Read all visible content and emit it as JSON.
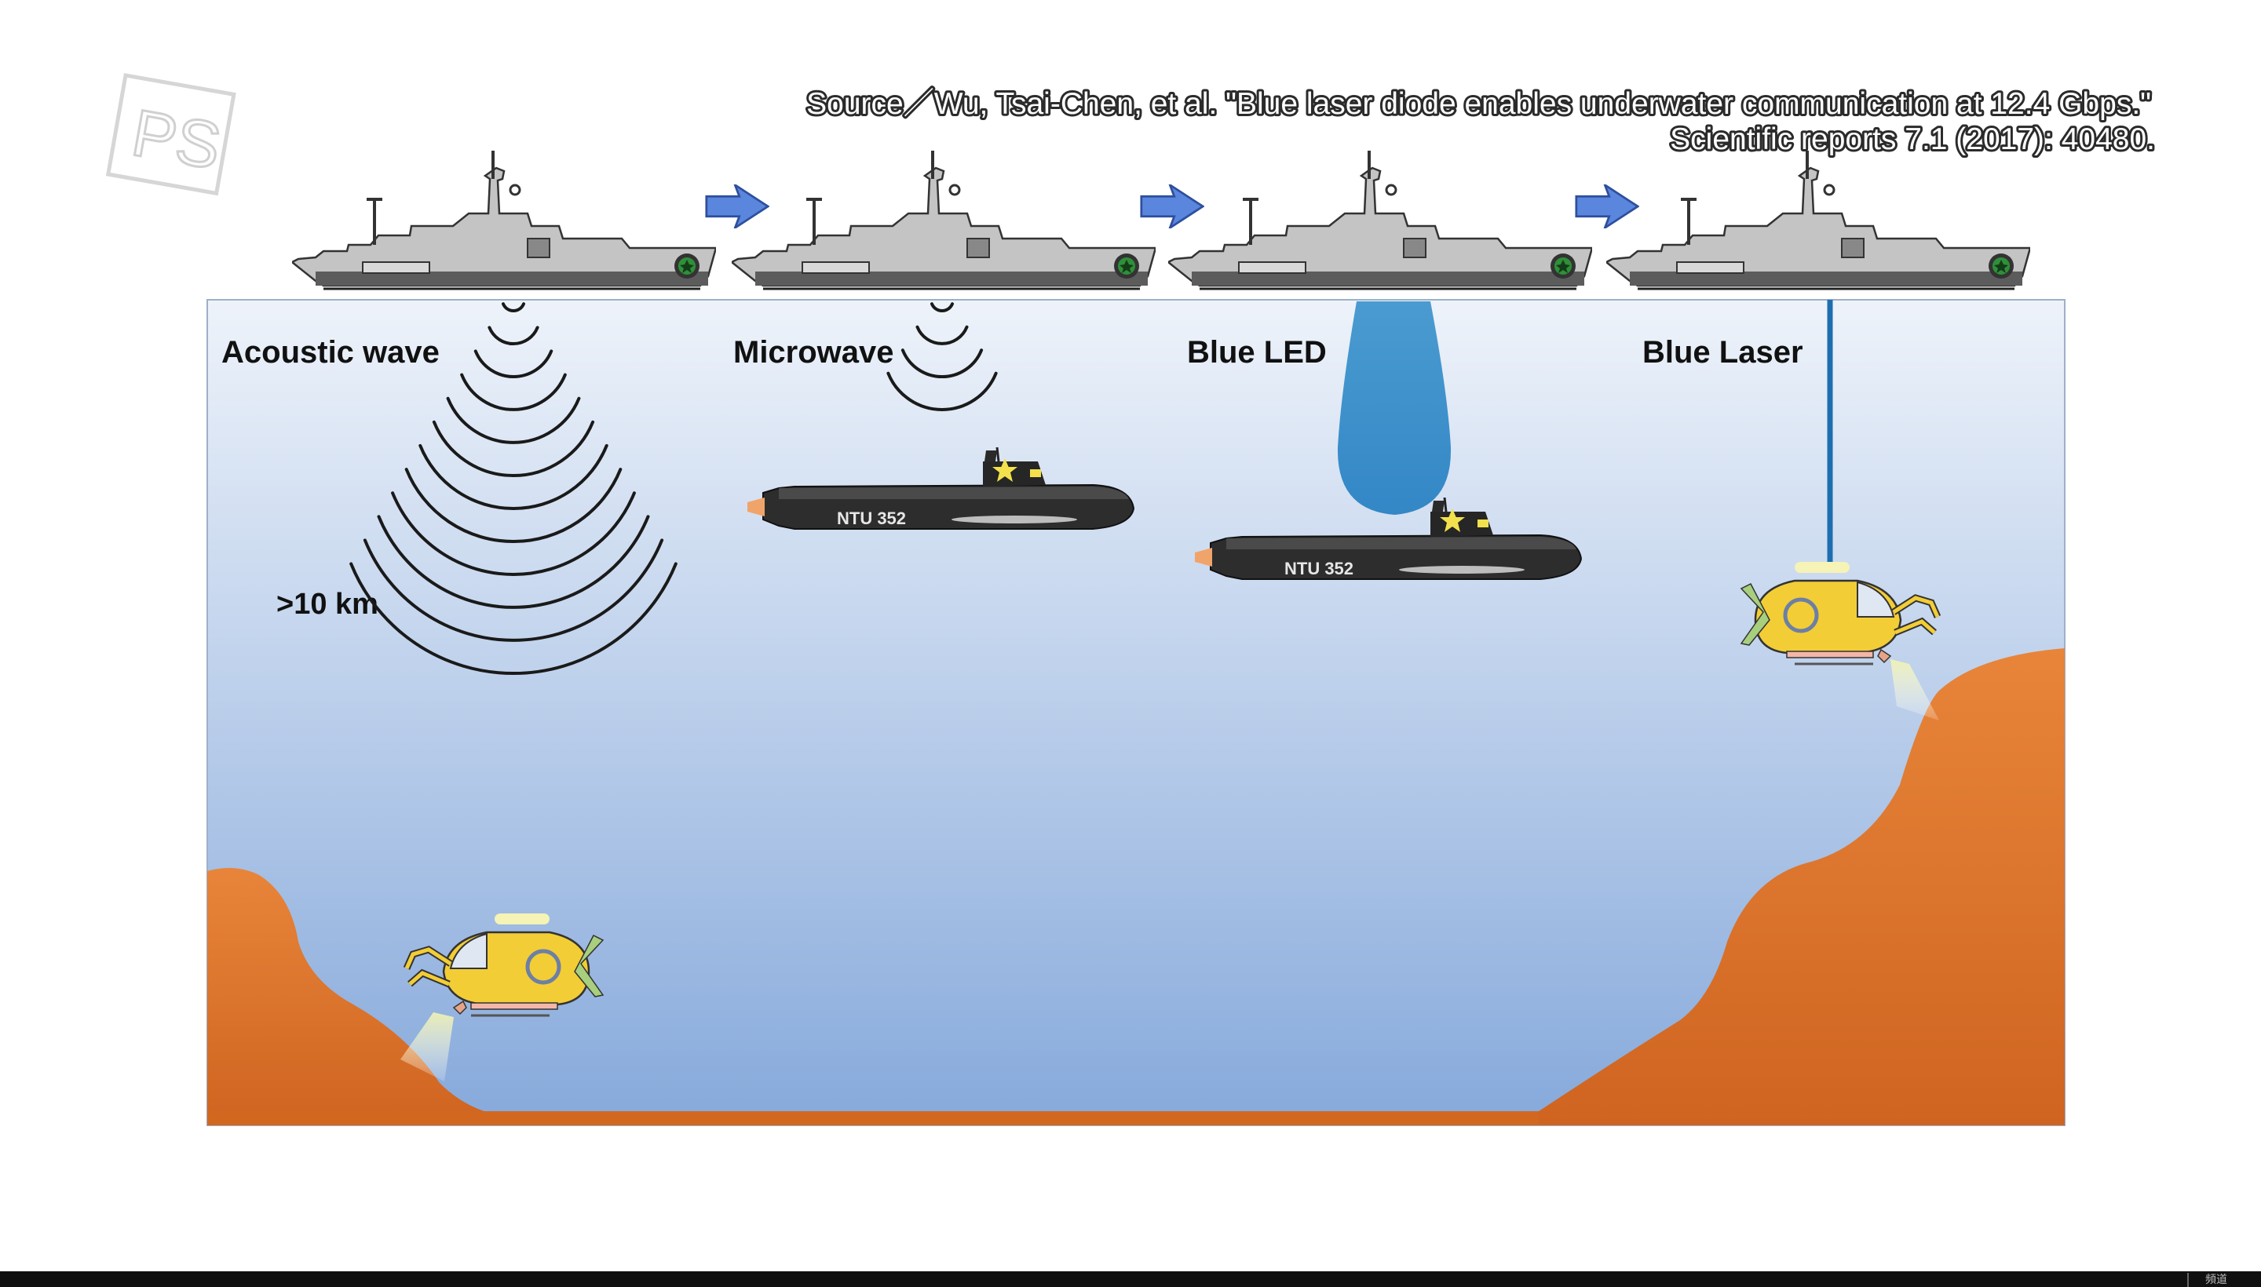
{
  "watermark": {
    "logo_icon": "ps-logo-icon",
    "text": "PS"
  },
  "source": {
    "line1": "Source／Wu, Tsai-Chen, et al. \"Blue laser diode enables underwater communication at 12.4 Gbps.\"",
    "line2": "Scientific reports 7.1 (2017): 40480."
  },
  "panels": [
    {
      "label": "Acoustic wave",
      "signal": "acoustic-wave-arcs",
      "distance_label": ">10 km"
    },
    {
      "label": "Microwave",
      "signal": "microwave-arcs"
    },
    {
      "label": "Blue LED",
      "signal": "led-light-cone"
    },
    {
      "label": "Blue Laser",
      "signal": "laser-beam"
    }
  ],
  "submarine_hull_label": "NTU 352",
  "icons": [
    "ship-icon",
    "arrow-right-icon",
    "submarine-icon",
    "mini-submersible-icon",
    "star-icon"
  ],
  "colors": {
    "water_top": "#eef3fa",
    "water_bottom": "#8fb0dc",
    "seabed": "#d9772e",
    "led_beam": "#3f93cc",
    "laser": "#1e6fb0",
    "arrow": "#4f7fdc",
    "ship": "#bcbcbc",
    "submarine": "#333333",
    "submersible": "#f2cf3a"
  },
  "footer": {
    "corner_text": "頻道"
  }
}
